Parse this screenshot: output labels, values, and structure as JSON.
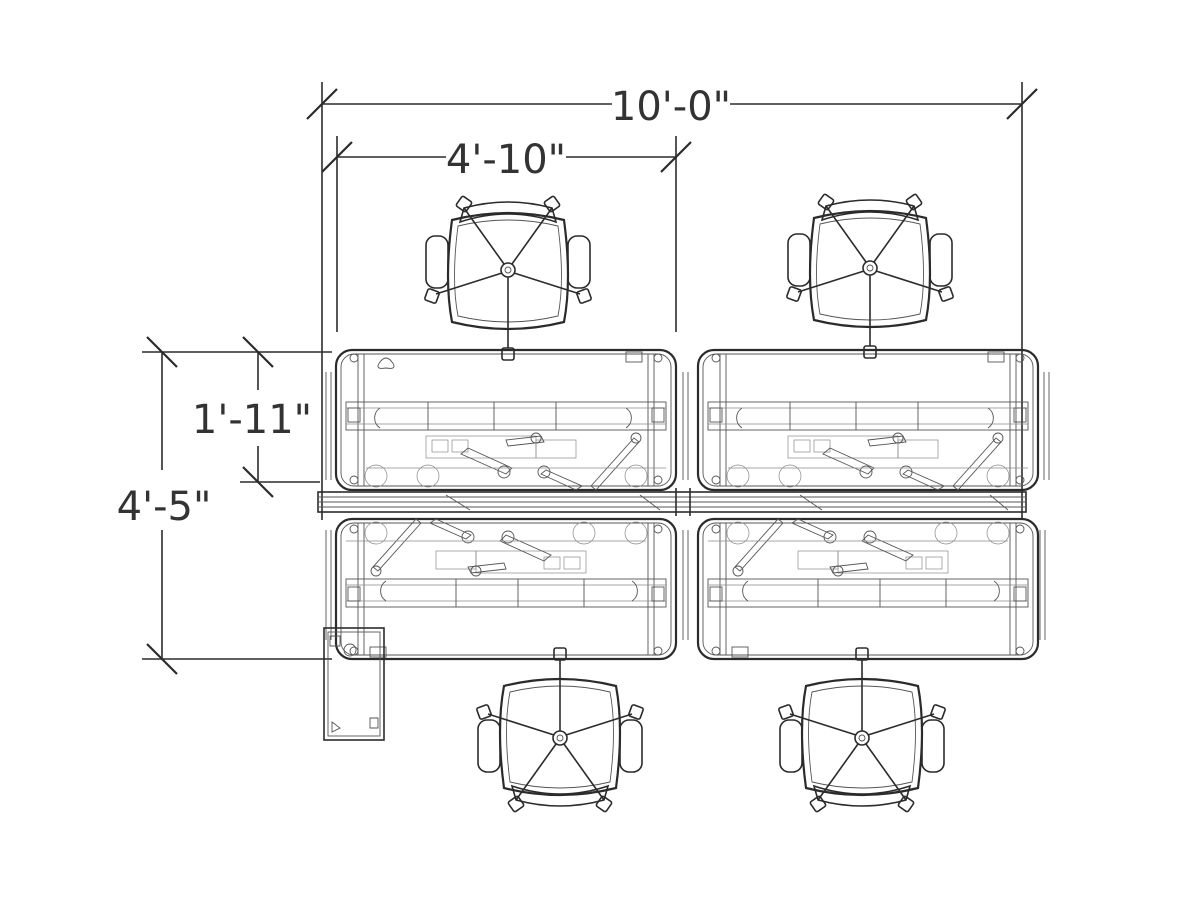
{
  "dimensions": {
    "overall_width": "10'-0\"",
    "desk_width": "4'-10\"",
    "desk_depth": "1'-11\"",
    "overall_depth": "4'-5\""
  },
  "colors": {
    "line": "#2b2b2b",
    "text": "#333333",
    "background": "#ffffff"
  }
}
